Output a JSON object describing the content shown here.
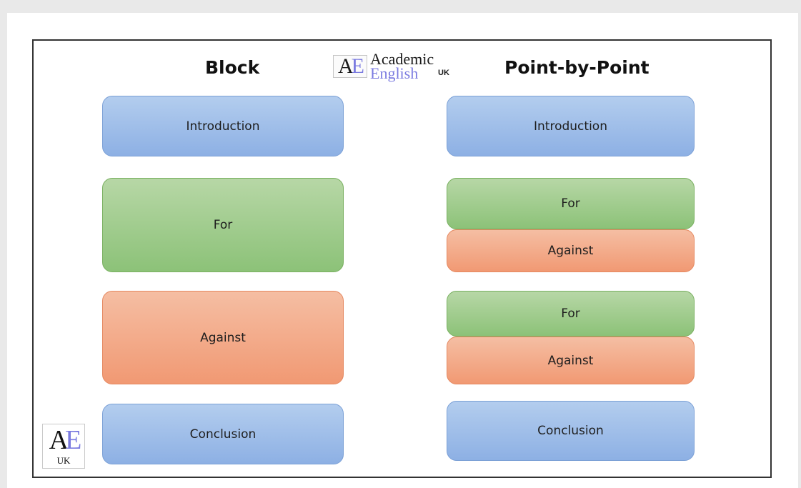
{
  "logo": {
    "mark_a": "A",
    "mark_e": "E",
    "line1": "Academic",
    "line2": "English",
    "suffix": "UK"
  },
  "headings": {
    "block": "Block",
    "point_by_point": "Point-by-Point"
  },
  "block_column": [
    {
      "label": "Introduction",
      "color": "#9dbde9"
    },
    {
      "label": "For",
      "color": "#a3cd8f"
    },
    {
      "label": "Against",
      "color": "#f3ab8a"
    },
    {
      "label": "Conclusion",
      "color": "#9dbde9"
    }
  ],
  "point_column": [
    {
      "label": "Introduction",
      "color": "#9dbde9"
    },
    {
      "label": "For",
      "color": "#a3cd8f"
    },
    {
      "label": "Against",
      "color": "#f3ab8a"
    },
    {
      "label": "For",
      "color": "#a3cd8f"
    },
    {
      "label": "Against",
      "color": "#f3ab8a"
    },
    {
      "label": "Conclusion",
      "color": "#9dbde9"
    }
  ],
  "corner_logo": {
    "mark_a": "A",
    "mark_e": "E",
    "text": "UK"
  }
}
